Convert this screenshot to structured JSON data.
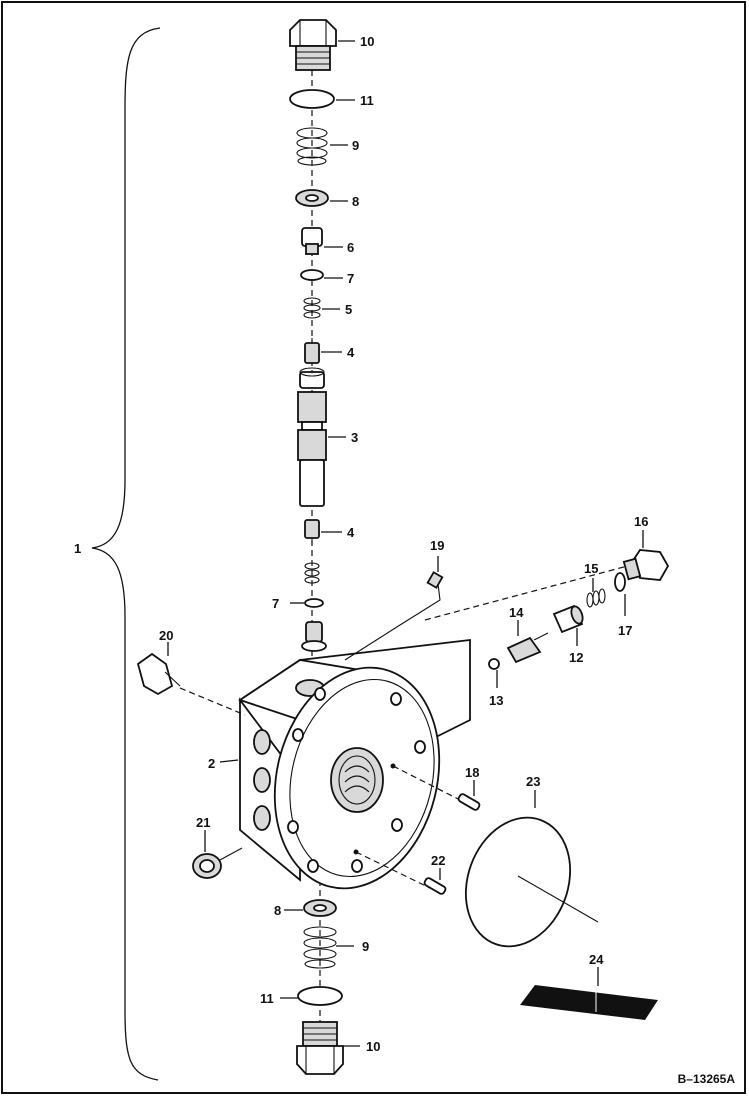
{
  "figure_id": "B–13265A",
  "callouts": [
    {
      "key": "c10a",
      "label": "10"
    },
    {
      "key": "c11a",
      "label": "11"
    },
    {
      "key": "c9a",
      "label": "9"
    },
    {
      "key": "c8a",
      "label": "8"
    },
    {
      "key": "c6",
      "label": "6"
    },
    {
      "key": "c7a",
      "label": "7"
    },
    {
      "key": "c5",
      "label": "5"
    },
    {
      "key": "c4a",
      "label": "4"
    },
    {
      "key": "c3",
      "label": "3"
    },
    {
      "key": "c4b",
      "label": "4"
    },
    {
      "key": "c1",
      "label": "1"
    },
    {
      "key": "c19",
      "label": "19"
    },
    {
      "key": "c7b",
      "label": "7"
    },
    {
      "key": "c20",
      "label": "20"
    },
    {
      "key": "c16",
      "label": "16"
    },
    {
      "key": "c15",
      "label": "15"
    },
    {
      "key": "c14",
      "label": "14"
    },
    {
      "key": "c17",
      "label": "17"
    },
    {
      "key": "c12",
      "label": "12"
    },
    {
      "key": "c13",
      "label": "13"
    },
    {
      "key": "c2",
      "label": "2"
    },
    {
      "key": "c18",
      "label": "18"
    },
    {
      "key": "c23",
      "label": "23"
    },
    {
      "key": "c21",
      "label": "21"
    },
    {
      "key": "c22",
      "label": "22"
    },
    {
      "key": "c8b",
      "label": "8"
    },
    {
      "key": "c9b",
      "label": "9"
    },
    {
      "key": "c24",
      "label": "24"
    },
    {
      "key": "c11b",
      "label": "11"
    },
    {
      "key": "c10b",
      "label": "10"
    }
  ]
}
